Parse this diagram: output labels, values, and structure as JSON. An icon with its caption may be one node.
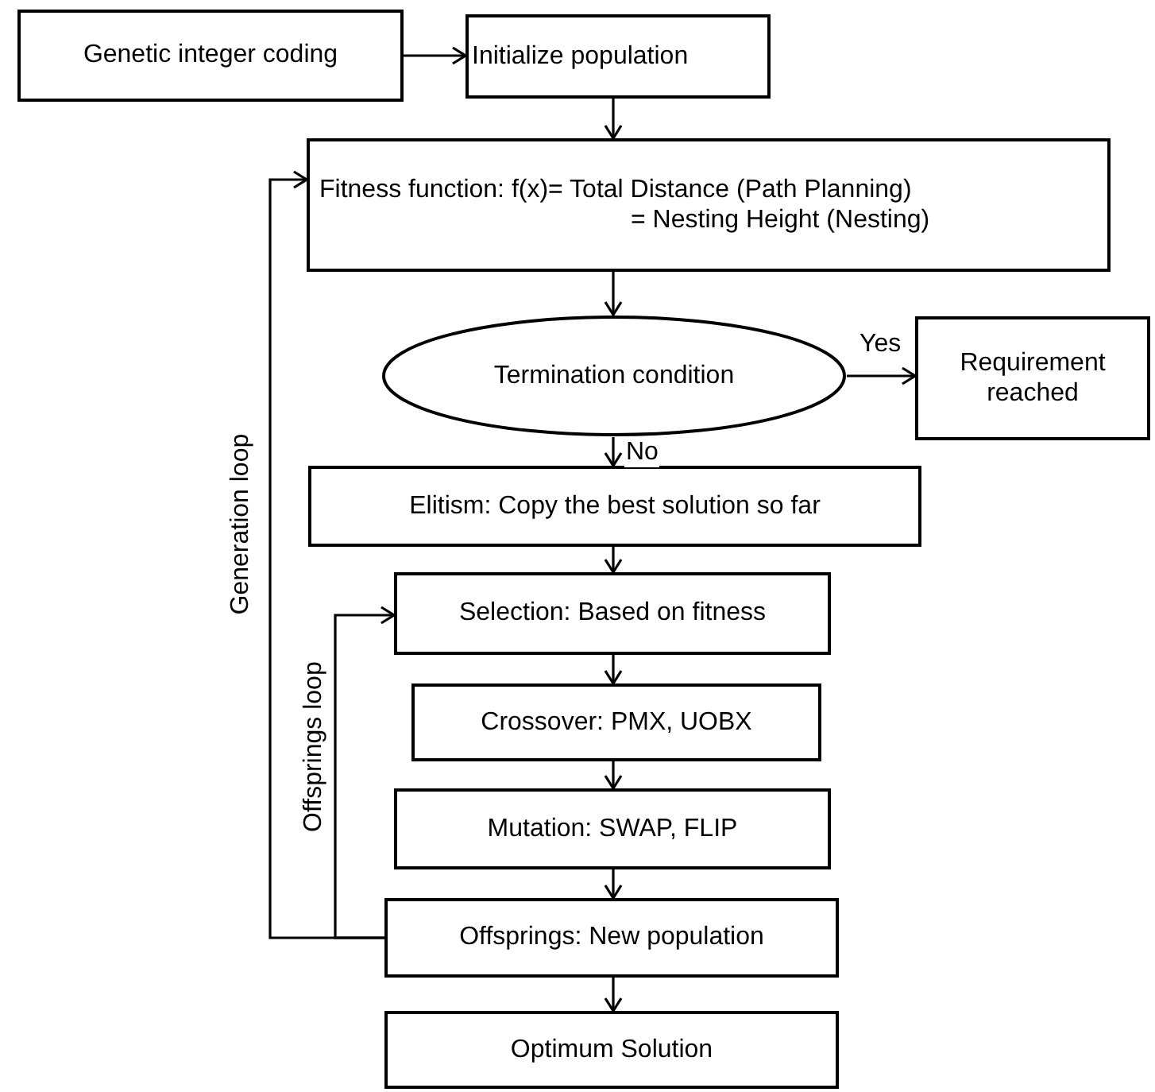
{
  "diagram": {
    "nodes": [
      {
        "text": [
          "Genetic integer coding"
        ]
      },
      {
        "text": [
          "Initialize population"
        ]
      },
      {
        "text": [
          "Fitness function: f(x)= Total Distance (Path Planning)",
          "= Nesting Height (Nesting)"
        ]
      },
      {
        "text": [
          "Termination condition"
        ]
      },
      {
        "text": [
          "Requirement reached"
        ]
      },
      {
        "text": [
          "Elitism: Copy the best solution so far"
        ]
      },
      {
        "text": [
          "Selection: Based on fitness"
        ]
      },
      {
        "text": [
          "Crossover: PMX, UOBX"
        ]
      },
      {
        "text": [
          "Mutation: SWAP, FLIP"
        ]
      },
      {
        "text": [
          "Offsprings: New population"
        ]
      },
      {
        "text": [
          "Optimum Solution"
        ]
      }
    ],
    "edges": [
      {
        "from": 0,
        "to": 1,
        "arrow": "to"
      },
      {
        "from": 1,
        "to": 2,
        "arrow": "to"
      },
      {
        "from": 2,
        "to": 3,
        "arrow": "to"
      },
      {
        "from": 3,
        "to": 4,
        "arrow": "to",
        "label": "Yes"
      },
      {
        "from": 3,
        "to": 5,
        "arrow": "to",
        "label": "No"
      },
      {
        "from": 5,
        "to": 6,
        "arrow": "to"
      },
      {
        "from": 6,
        "to": 7,
        "arrow": "to"
      },
      {
        "from": 7,
        "to": 8,
        "arrow": "to"
      },
      {
        "from": 8,
        "to": 9,
        "arrow": "to"
      },
      {
        "from": 9,
        "to": 10,
        "arrow": "to"
      },
      {
        "from": 9,
        "to": 2,
        "arrow": "to",
        "label": "Generation loop"
      },
      {
        "from": 9,
        "to": 6,
        "arrow": "to",
        "label": "Offsprings loop"
      }
    ]
  }
}
